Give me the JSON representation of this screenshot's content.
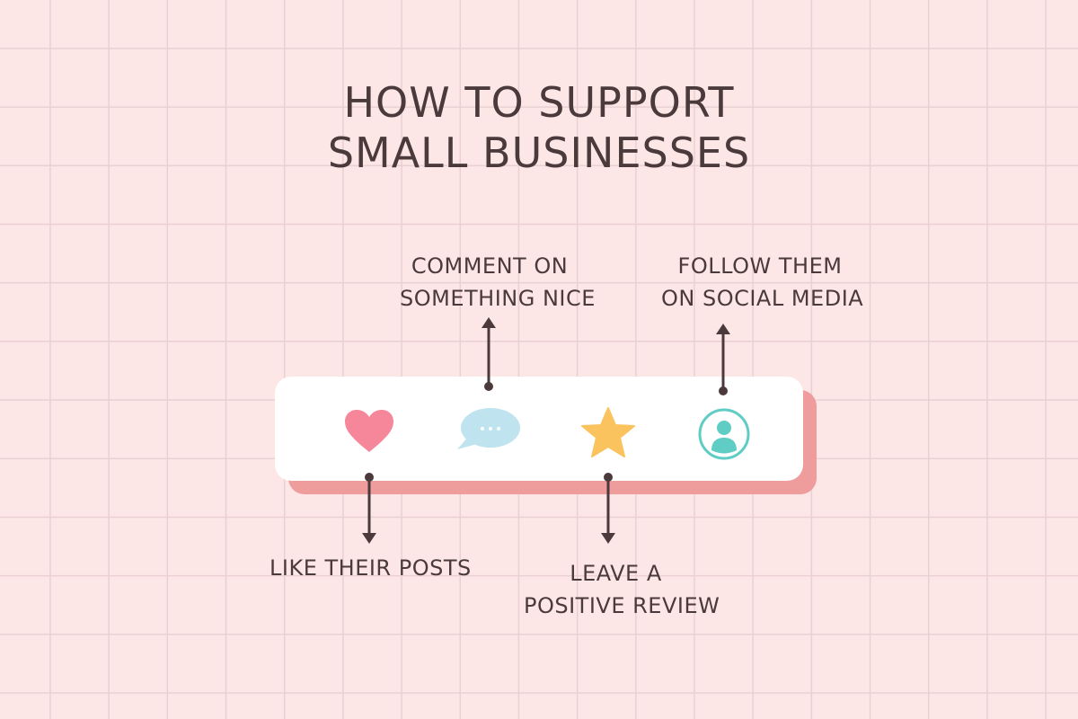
{
  "title": {
    "line1": "How to support",
    "line2": "small businesses"
  },
  "actions": {
    "like": {
      "line1": "Like their posts",
      "icon": "heart-icon",
      "color": "#f6869a"
    },
    "comment": {
      "line1": "Comment on",
      "line2": "something nice",
      "icon": "speech-bubble-icon",
      "color": "#bfe4ef"
    },
    "review": {
      "line1": "Leave a",
      "line2": "positive review",
      "icon": "star-icon",
      "color": "#fbc35e"
    },
    "follow": {
      "line1": "Follow them",
      "line2": "on social media",
      "icon": "user-profile-icon",
      "color": "#5fcdc4"
    }
  },
  "colors": {
    "background": "#fde6e6",
    "grid": "#ead0d3",
    "bar": "#ffffff",
    "bar_shadow": "#ee9c9c",
    "text": "#4a3a3c"
  }
}
